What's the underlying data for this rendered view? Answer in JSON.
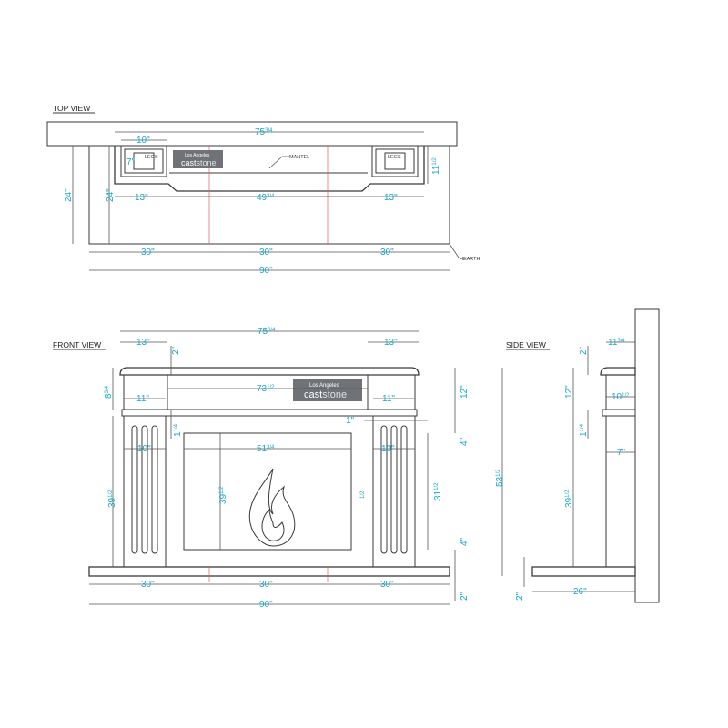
{
  "views": {
    "top": "TOP VIEW",
    "front": "FRONT VIEW",
    "side": "SIDE VIEW"
  },
  "callouts": {
    "mantel": "MANTEL",
    "hearth": "HEARTH",
    "legs_left": "LEGS",
    "legs_right": "LEGS"
  },
  "logo": {
    "line1": "Los Angeles",
    "line2_a": "cast",
    "line2_b": "stone"
  },
  "top_dims": {
    "overall_mantel": "75",
    "overall_mantel_frac": "3/4",
    "leg_width": "10\"",
    "leg_depth": "7\"",
    "mantel_depth": "11",
    "mantel_depth_frac": "1/2",
    "depth_outer": "24\"",
    "depth_inner": "24\"",
    "side_13_left": "13\"",
    "center_opening": "49",
    "center_opening_frac": "3/4",
    "side_13_right": "13\"",
    "hearth_seg_1": "30\"",
    "hearth_seg_2": "30\"",
    "hearth_seg_3": "30\"",
    "hearth_total": "90\""
  },
  "front_dims": {
    "overall_mantel": "75",
    "overall_mantel_frac": "3/4",
    "shelf_left": "13\"",
    "shelf_right": "13\"",
    "shelf_thick": "2\"",
    "frieze": "73",
    "frieze_frac": "1/2",
    "frieze_height": "8",
    "frieze_height_frac": "3/4",
    "leg_cap_left": "11\"",
    "leg_cap_right": "11\"",
    "band": "1",
    "band_frac": "1/4",
    "right_12": "12\"",
    "right_1": "1\"",
    "right_4_top": "4\"",
    "leg_left": "10\"",
    "leg_right": "10\"",
    "opening_width": "51",
    "opening_width_frac": "3/4",
    "leg_height": "39",
    "leg_height_frac": "1/2",
    "opening_height": "39",
    "opening_height_frac": "1/2",
    "center_small": "1/2",
    "firebox_height": "31",
    "firebox_height_frac": "1/2",
    "right_4_bottom": "4\"",
    "hearth_seg_1": "30\"",
    "hearth_seg_2": "30\"",
    "hearth_seg_3": "30\"",
    "hearth_height": "2\"",
    "hearth_total": "90\""
  },
  "side_dims": {
    "shelf_depth": "11",
    "shelf_depth_frac": "3/4",
    "shelf_thick": "2\"",
    "frieze_height": "12\"",
    "frieze_depth": "10",
    "frieze_depth_frac": "1/2",
    "band": "1",
    "band_frac": "1/4",
    "leg_depth": "7\"",
    "total_height": "53",
    "total_height_frac": "1/2",
    "leg_height": "39",
    "leg_height_frac": "1/2",
    "hearth_height": "2\"",
    "hearth_depth": "26\""
  },
  "colors": {
    "dimension_text": "#19a8c8",
    "line": "#3a3a3a",
    "centerline": "#e06060",
    "logo_bg": "#6f7378"
  }
}
